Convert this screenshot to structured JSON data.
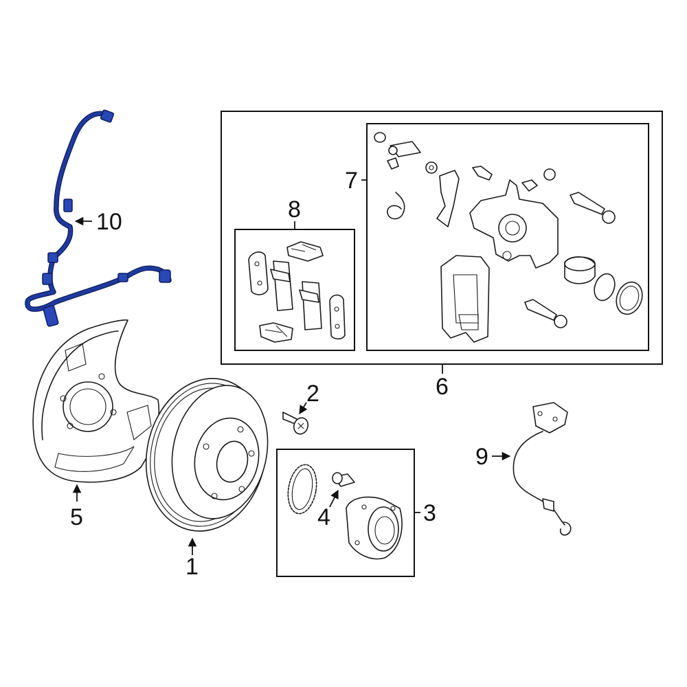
{
  "callouts": {
    "c1": "1",
    "c2": "2",
    "c3": "3",
    "c4": "4",
    "c5": "5",
    "c6": "6",
    "c7": "7",
    "c8": "8",
    "c9": "9",
    "c10": "10"
  },
  "colors": {
    "highlight": "#1f3a9e",
    "ink": "#1a1a1a",
    "background": "#ffffff"
  }
}
